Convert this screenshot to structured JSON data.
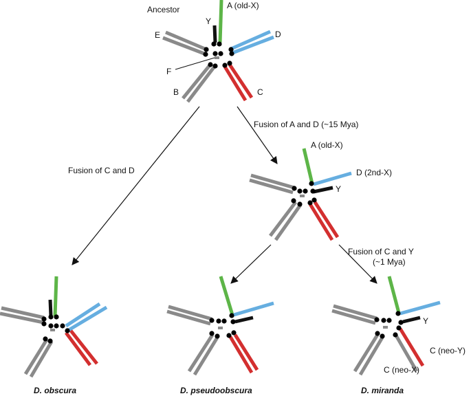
{
  "title": "Ancestor",
  "labels": {
    "a_oldx": "A (old-X)",
    "d": "D",
    "e": "E",
    "f": "F",
    "b": "B",
    "c": "C",
    "y": "Y",
    "d_2ndx": "D (2nd-X)",
    "c_neoy": "C (neo-Y)",
    "c_neox": "C (neo-X)"
  },
  "events": {
    "fusion_ad": "Fusion of A and D (~15 Mya)",
    "fusion_cd": "Fusion of C and D",
    "fusion_cy_1": "Fusion of C and Y",
    "fusion_cy_2": "(~1 Mya)"
  },
  "species": {
    "obscura": "D. obscura",
    "pseudoobscura": "D. pseudoobscura",
    "miranda": "D. miranda"
  },
  "colors": {
    "arm_gray": "#8a8a8a",
    "arm_green": "#5db548",
    "arm_blue": "#66aee0",
    "arm_red": "#d32f2f",
    "ychrom": "#111111"
  }
}
